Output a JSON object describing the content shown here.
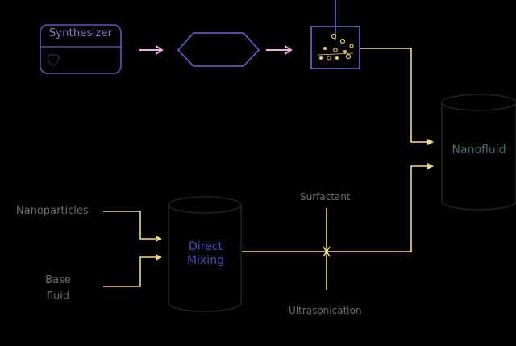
{
  "synthesizer": {
    "label": "Synthesizer",
    "icon": "heart-icon"
  },
  "nanofluid": {
    "label": "Nanofluid"
  },
  "direct_mixing": {
    "line1": "Direct",
    "line2": "Mixing"
  },
  "inputs": {
    "nanoparticles": "Nanoparticles",
    "base_fluid_line1": "Base",
    "base_fluid_line2": "fluid"
  },
  "process": {
    "surfactant": "Surfactant",
    "ultrasonication": "Ultrasonication"
  },
  "colors": {
    "two_step_path": "#f2dc8a",
    "one_step_path": "#e7b4e2",
    "synthesizer_border": "#6a56b0",
    "vessel_border": "#7a60d8",
    "cylinder_stroke": "#202020"
  }
}
